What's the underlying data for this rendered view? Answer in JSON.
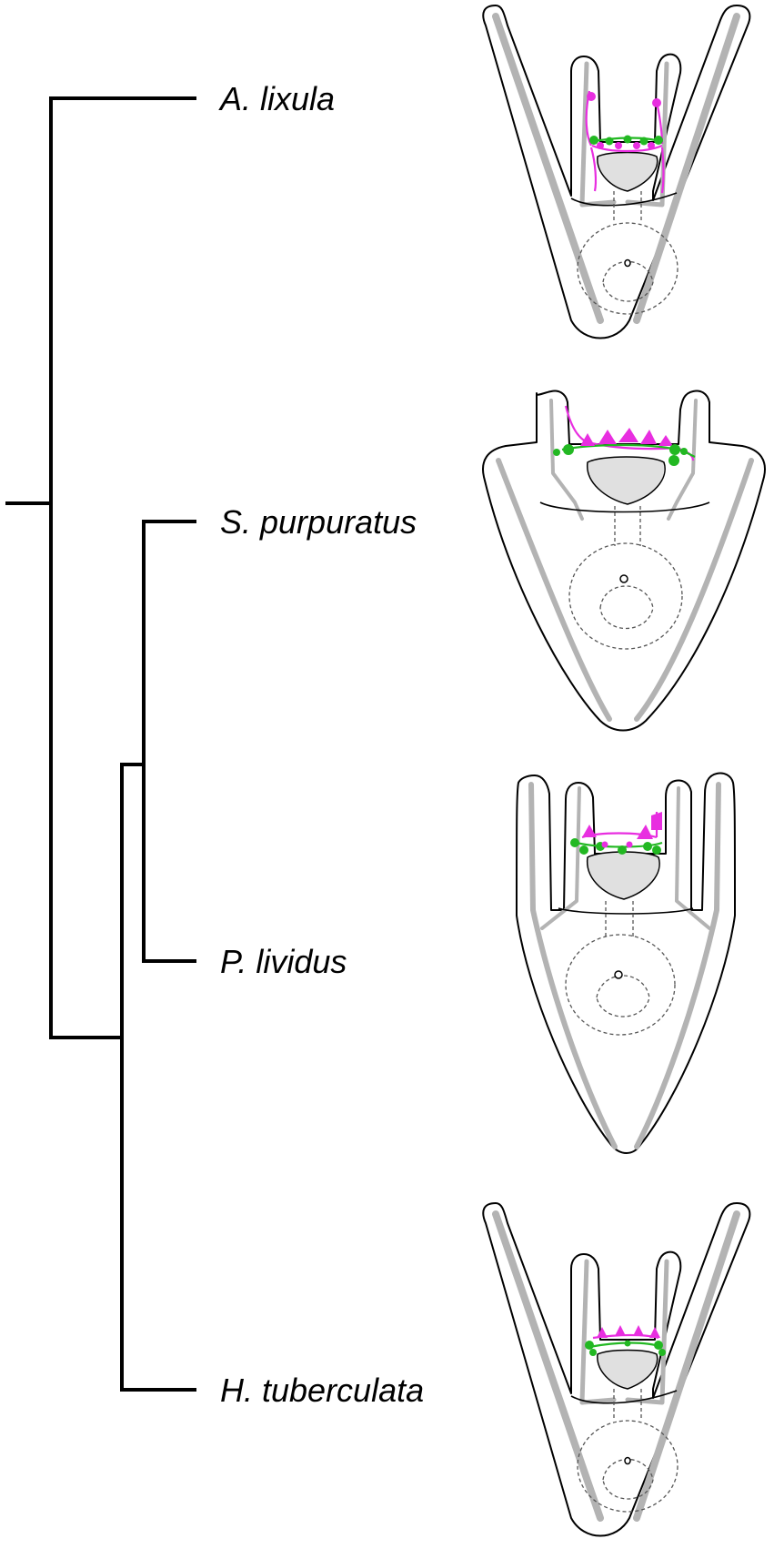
{
  "figure": {
    "taxa": [
      {
        "label": "A. lixula",
        "morph": "v"
      },
      {
        "label": "S. purpuratus",
        "morph": "wide"
      },
      {
        "label": "P. lividus",
        "morph": "long"
      },
      {
        "label": "H. tuberculata",
        "morph": "v"
      }
    ],
    "colors": {
      "tree": "#000000",
      "outline": "#000000",
      "skeletal_rods": "#b3b3b3",
      "mouth_fill": "#e0e0e0",
      "neuron_type_a": "#e82ee0",
      "neuron_type_b": "#22b822"
    }
  }
}
